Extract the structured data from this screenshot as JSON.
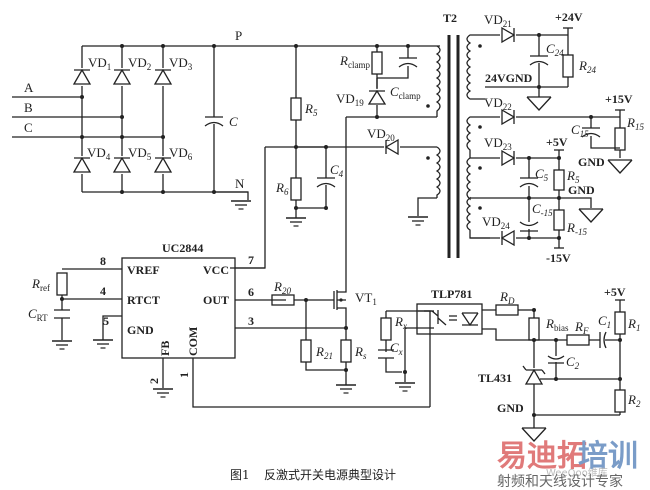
{
  "title": "反激式开关电源典型设计",
  "caption": {
    "figure_no": "图1",
    "text": "反激式开关电源典型设计"
  },
  "rectifier": {
    "inputs": [
      "A",
      "B",
      "C"
    ],
    "diodes_top": [
      "VD1",
      "VD2",
      "VD3"
    ],
    "diodes_bottom": [
      "VD4",
      "VD5",
      "VD6"
    ],
    "bus_pos": "P",
    "bus_neg": "N",
    "filter_cap": "C"
  },
  "clamp": {
    "resistor": "Rclamp",
    "capacitor": "Cclamp",
    "diode": "VD19"
  },
  "startup": {
    "r_upper": "R5",
    "r_lower": "R6",
    "cap": "C4",
    "aux_diode": "VD20"
  },
  "transformer": {
    "name": "T2"
  },
  "outputs": [
    {
      "diode": "VD21",
      "cap": "C24",
      "res": "R24",
      "rail": "+24V",
      "gnd": "24VGND"
    },
    {
      "diode": "VD22",
      "cap": "C15",
      "res": "R15",
      "rail": "+15V",
      "gnd": "GND"
    },
    {
      "diode": "VD23",
      "cap": "C5",
      "res": "R5",
      "rail": "+5V",
      "gnd": "GND"
    },
    {
      "diode": "VD24",
      "cap": "C-15",
      "res": "R-15",
      "rail": "-15V"
    }
  ],
  "controller": {
    "name": "UC2844",
    "pins": {
      "vref": {
        "label": "VREF",
        "num": "8"
      },
      "rtct": {
        "label": "RTCT",
        "num": "4"
      },
      "gnd": {
        "label": "GND",
        "num": "5"
      },
      "vcc": {
        "label": "VCC",
        "num": "7"
      },
      "out": {
        "label": "OUT",
        "num": "6"
      },
      "isense": {
        "label": "",
        "num": "3"
      },
      "fb": {
        "label": "FB",
        "num": "2"
      },
      "com": {
        "label": "COM",
        "num": "1"
      }
    },
    "r_ref": "Rref",
    "c_rt": "CRT"
  },
  "switch": {
    "mosfet": "VT1",
    "r_gate": "R20",
    "r_gs": "R21",
    "r_sense": "Rs"
  },
  "feedback": {
    "optocoupler": "TLP781",
    "rx": "Rx",
    "cx": "Cx",
    "rd": "RD",
    "rbias": "Rbias",
    "rf": "RF",
    "c1": "C1",
    "c2": "C2",
    "r1": "R1",
    "r2": "R2",
    "shunt": "TL431",
    "rail": "+5V",
    "gnd": "GND"
  },
  "watermark": {
    "brand_a": "易迪拓",
    "brand_b": "培训",
    "tagline": "射频和天线设计专家",
    "site": "WeeQoo维库",
    "colors": {
      "brand_a": "#e07a7a",
      "brand_b": "#7a9cc8"
    }
  }
}
